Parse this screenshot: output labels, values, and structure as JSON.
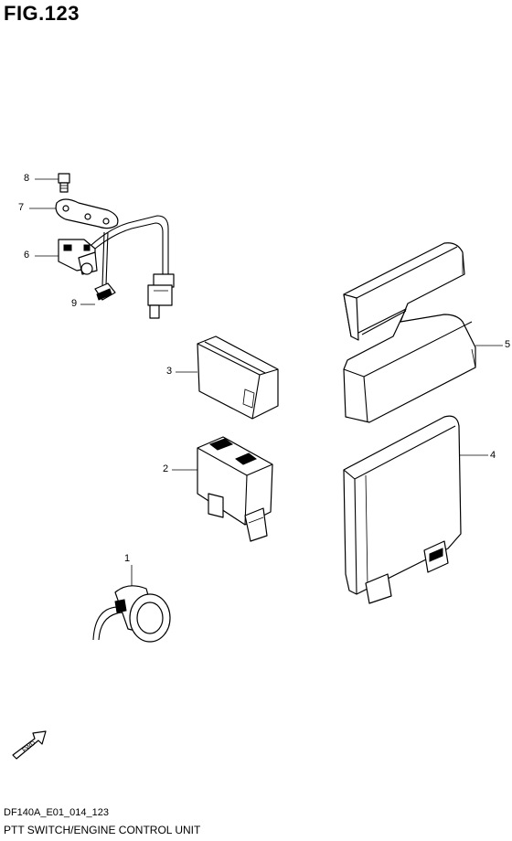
{
  "figure": {
    "title": "FIG.123",
    "code": "DF140A_E01_014_123",
    "caption": "PTT SWITCH/ENGINE CONTROL UNIT"
  },
  "fwd_label": "FWD",
  "callouts": [
    "1",
    "2",
    "3",
    "4",
    "5",
    "6",
    "7",
    "8",
    "9"
  ]
}
